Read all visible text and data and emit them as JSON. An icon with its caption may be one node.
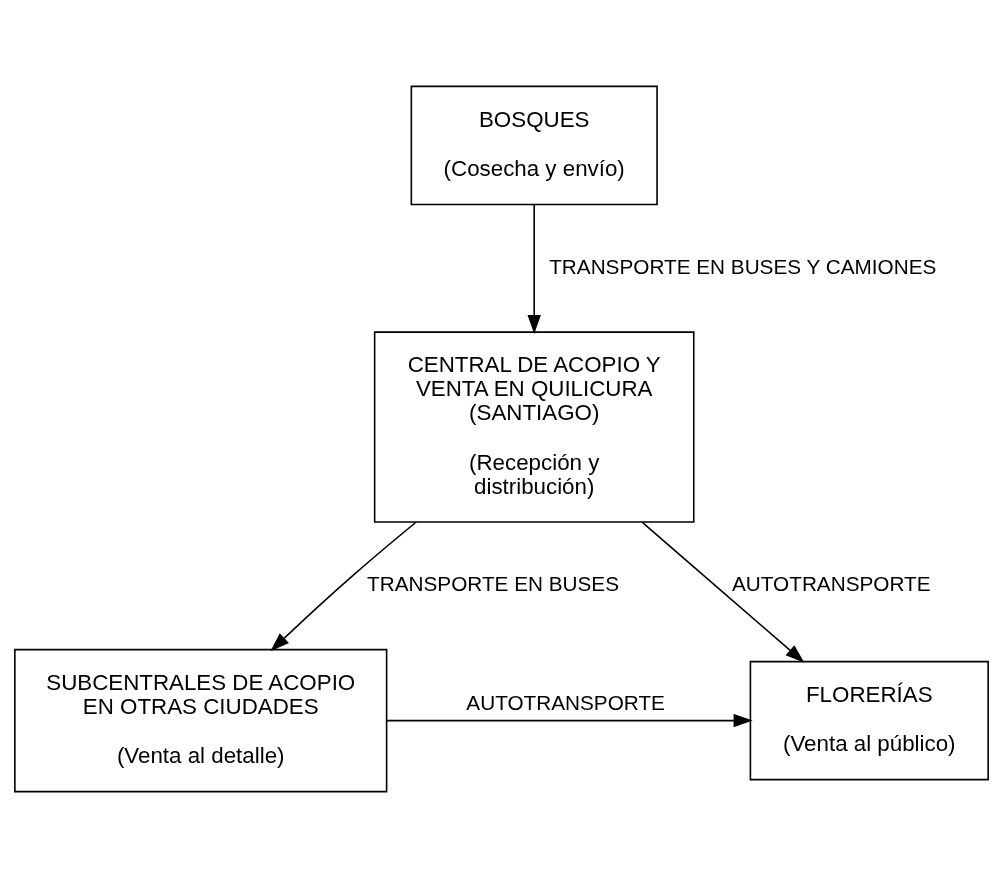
{
  "diagram": {
    "nodes": [
      {
        "text": [
          "BOSQUES",
          "(Cosecha y envío)"
        ]
      },
      {
        "text": [
          "CENTRAL DE ACOPIO Y VENTA EN QUILICURA (SANTIAGO)",
          "(Recepción y distribución)"
        ]
      },
      {
        "text": [
          "SUBCENTRALES DE ACOPIO EN OTRAS CIUDADES",
          "(Venta al detalle)"
        ]
      },
      {
        "text": [
          "FLORERÍAS",
          "(Venta al público)"
        ]
      }
    ],
    "edges": [
      {
        "from": 0,
        "to": 1,
        "arrow": "to",
        "label": "TRANSPORTE EN BUSES Y CAMIONES"
      },
      {
        "from": 1,
        "to": 2,
        "arrow": "to",
        "label": "TRANSPORTE EN BUSES"
      },
      {
        "from": 1,
        "to": 3,
        "arrow": "to",
        "label": "AUTOTRANSPORTE"
      },
      {
        "from": 2,
        "to": 3,
        "arrow": "to",
        "label": "AUTOTRANSPORTE"
      }
    ]
  }
}
